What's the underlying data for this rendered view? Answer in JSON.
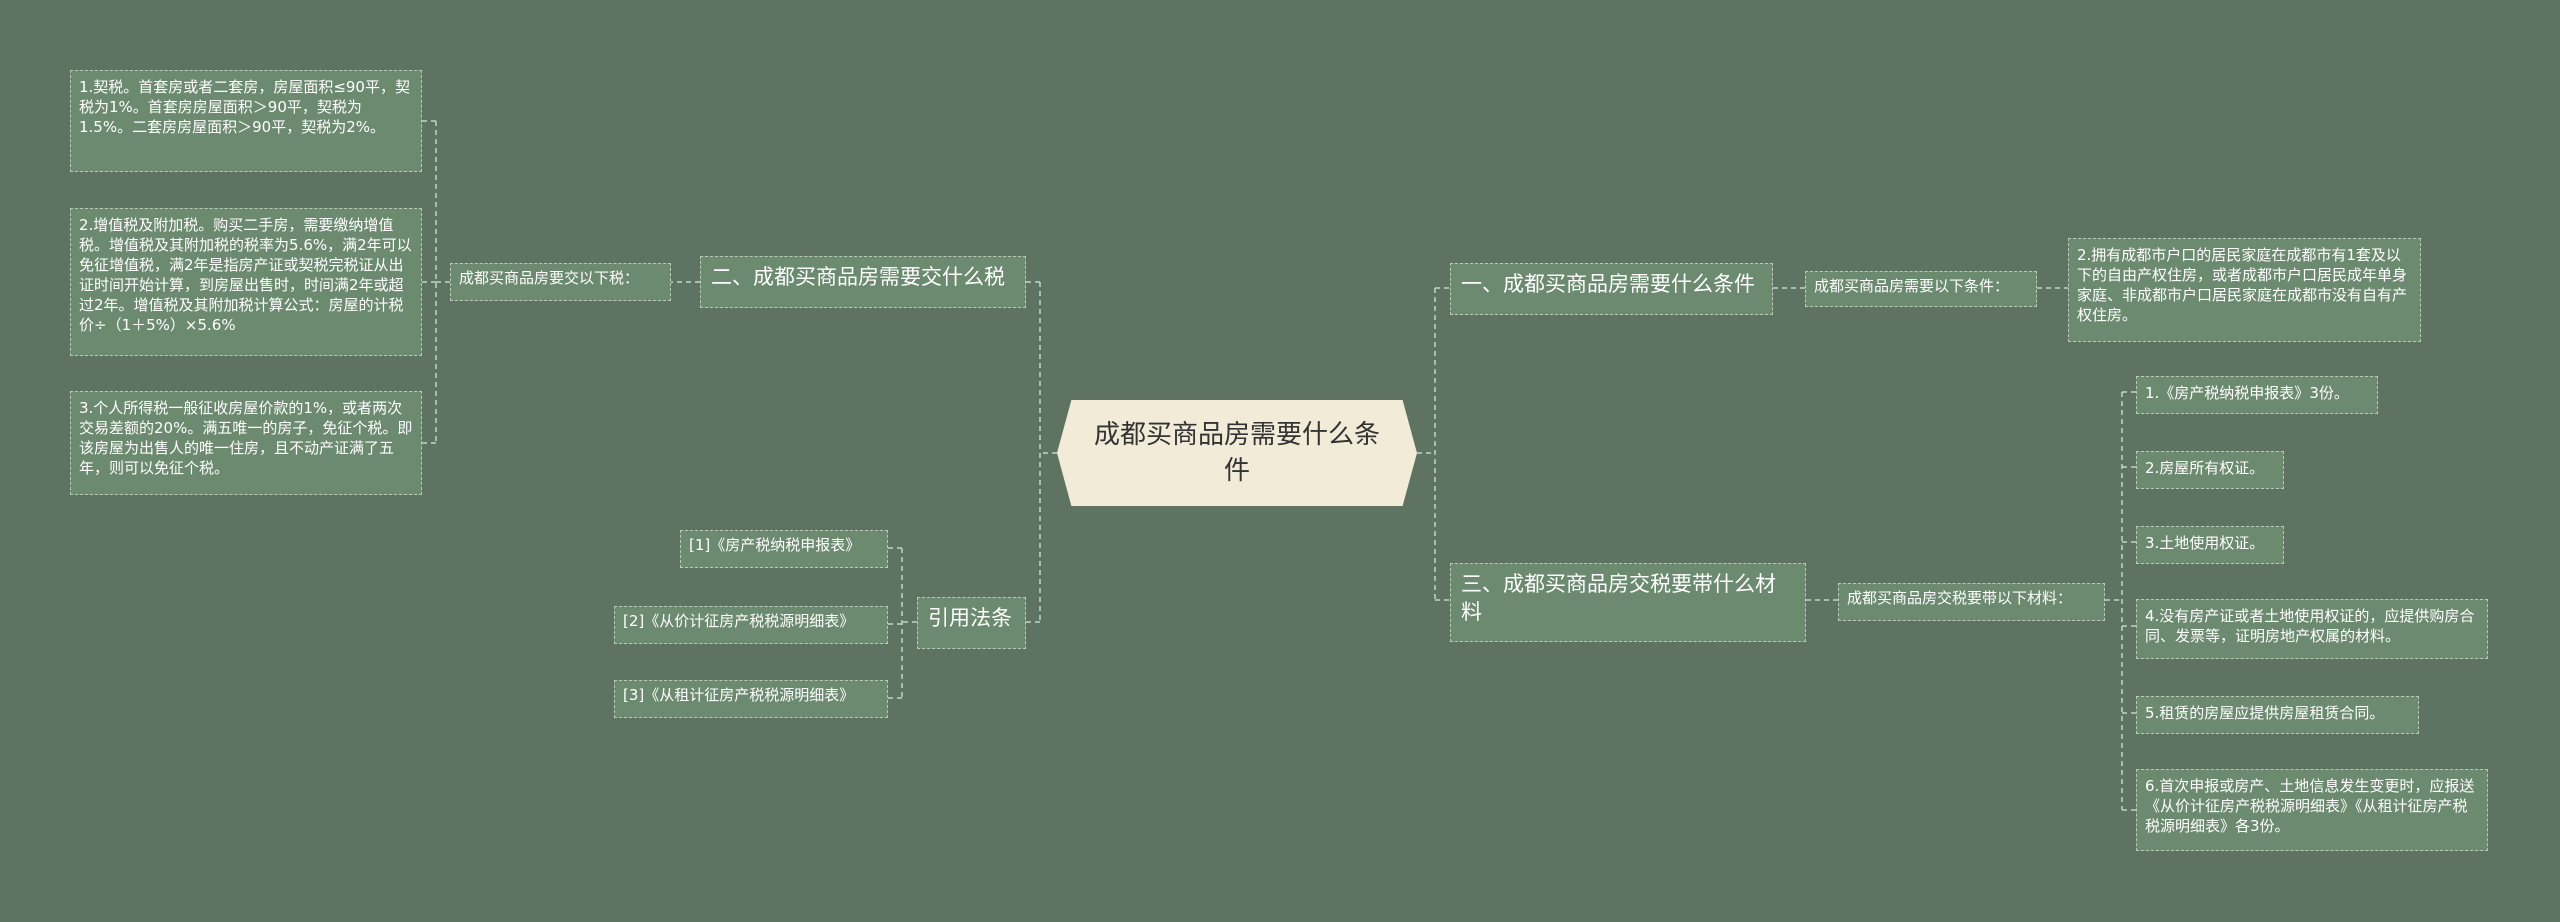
{
  "root": {
    "title": "成都买商品房需要什么条件"
  },
  "branches": {
    "b1": {
      "title": "一、成都买商品房需要什么条件",
      "sub": "成都买商品房需要以下条件：",
      "leaves": [
        "2.拥有成都市户口的居民家庭在成都市有1套及以下的自由产权住房，或者成都市户口居民成年单身家庭、非成都市户口居民家庭在成都市没有自有产权住房。"
      ]
    },
    "b2": {
      "title": "二、成都买商品房需要交什么税",
      "sub": "成都买商品房要交以下税：",
      "leaves": [
        "1.契税。首套房或者二套房，房屋面积≤90平，契税为1%。首套房房屋面积＞90平，契税为1.5%。二套房房屋面积＞90平，契税为2%。",
        "2.增值税及附加税。购买二手房，需要缴纳增值税。增值税及其附加税的税率为5.6%，满2年可以免征增值税，满2年是指房产证或契税完税证从出证时间开始计算，到房屋出售时，时间满2年或超过2年。增值税及其附加税计算公式：房屋的计税价÷（1＋5%）×5.6%",
        "3.个人所得税一般征收房屋价款的1%，或者两次交易差额的20%。满五唯一的房子，免征个税。即该房屋为出售人的唯一住房，且不动产证满了五年，则可以免征个税。"
      ]
    },
    "b3": {
      "title": "三、成都买商品房交税要带什么材料",
      "sub": "成都买商品房交税要带以下材料：",
      "leaves": [
        "1.《房产税纳税申报表》3份。",
        "2.房屋所有权证。",
        "3.土地使用权证。",
        "4.没有房产证或者土地使用权证的，应提供购房合同、发票等，证明房地产权属的材料。",
        "5.租赁的房屋应提供房屋租赁合同。",
        "6.首次申报或房产、土地信息发生变更时，应报送《从价计征房产税税源明细表》《从租计征房产税税源明细表》各3份。"
      ]
    },
    "b4": {
      "title": "引用法条",
      "refs": [
        "[1]《房产税纳税申报表》",
        "[2]《从价计征房产税税源明细表》",
        "[3]《从租计征房产税税源明细表》"
      ]
    }
  }
}
